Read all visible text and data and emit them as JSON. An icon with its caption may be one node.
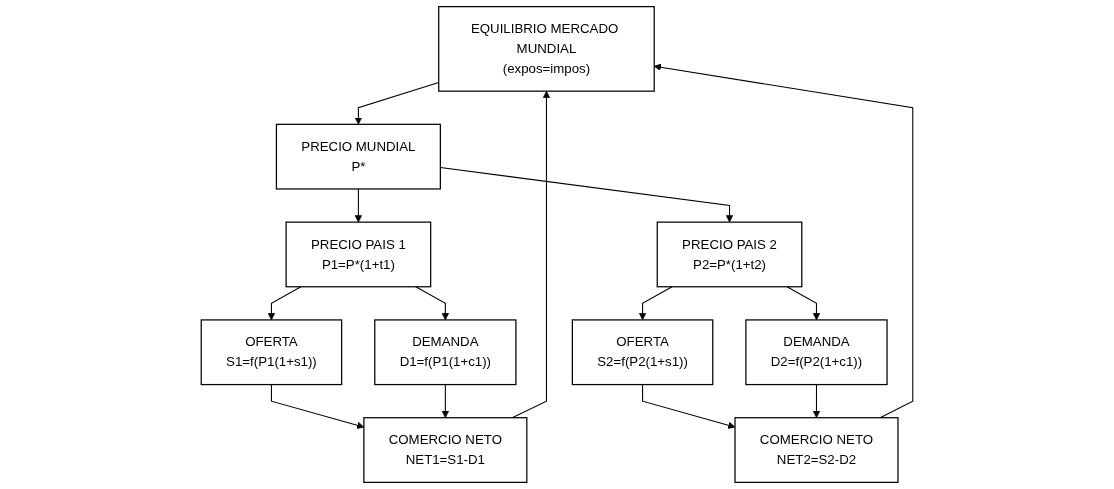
{
  "diagram": {
    "nodes": [
      {
        "text": [
          "EQUILIBRIO MERCADO MUNDIAL",
          "(expos=impos)"
        ]
      },
      {
        "text": [
          "PRECIO MUNDIAL",
          "P*"
        ]
      },
      {
        "text": [
          "PRECIO PAIS 1",
          "P1=P*(1+t1)"
        ]
      },
      {
        "text": [
          "PRECIO PAIS 2",
          "P2=P*(1+t2)"
        ]
      },
      {
        "text": [
          "OFERTA",
          "S1=f(P1(1+s1))"
        ]
      },
      {
        "text": [
          "DEMANDA",
          "D1=f(P1(1+c1))"
        ]
      },
      {
        "text": [
          "OFERTA",
          "S2=f(P2(1+s1))"
        ]
      },
      {
        "text": [
          "DEMANDA",
          "D2=f(P2(1+c1))"
        ]
      },
      {
        "text": [
          "COMERCIO NETO",
          "NET1=S1-D1"
        ]
      },
      {
        "text": [
          "COMERCIO NETO",
          "NET2=S2-D2"
        ]
      }
    ],
    "edges": [
      {
        "from": 0,
        "to": 1,
        "arrow": "to"
      },
      {
        "from": 1,
        "to": 2,
        "arrow": "to"
      },
      {
        "from": 1,
        "to": 3,
        "arrow": "to"
      },
      {
        "from": 2,
        "to": 4,
        "arrow": "to"
      },
      {
        "from": 2,
        "to": 5,
        "arrow": "to"
      },
      {
        "from": 3,
        "to": 6,
        "arrow": "to"
      },
      {
        "from": 3,
        "to": 7,
        "arrow": "to"
      },
      {
        "from": 4,
        "to": 8,
        "arrow": "to"
      },
      {
        "from": 5,
        "to": 8,
        "arrow": "to"
      },
      {
        "from": 6,
        "to": 9,
        "arrow": "to"
      },
      {
        "from": 7,
        "to": 9,
        "arrow": "to"
      },
      {
        "from": 8,
        "to": 0,
        "arrow": "to"
      },
      {
        "from": 9,
        "to": 0,
        "arrow": "to"
      }
    ]
  }
}
